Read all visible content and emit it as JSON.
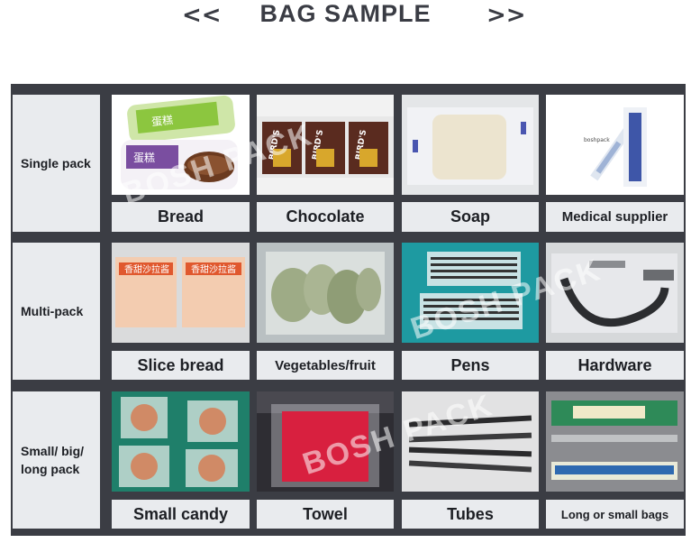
{
  "header": {
    "title": "BAG SAMPLE",
    "prev_label": "<<",
    "next_label": ">>"
  },
  "rows": [
    {
      "label": "Single pack",
      "items": [
        "Bread",
        "Chocolate",
        "Soap",
        "Medical supplier"
      ]
    },
    {
      "label": "Multi-pack",
      "items": [
        "Slice bread",
        "Vegetables/fruit",
        "Pens",
        "Hardware"
      ]
    },
    {
      "label": "Small/ big/ long pack",
      "items": [
        "Small candy",
        "Towel",
        "Tubes",
        "Long or small bags"
      ]
    }
  ],
  "product_text": {
    "bread_wrapper_1": "蛋糕",
    "bread_wrapper_2": "蛋糕",
    "chocolate_brand": "BIRD'S",
    "syringe_label": "boshpack",
    "slice_bread_wrapper": "香甜沙拉酱",
    "watermark": "BOSH PACK"
  }
}
